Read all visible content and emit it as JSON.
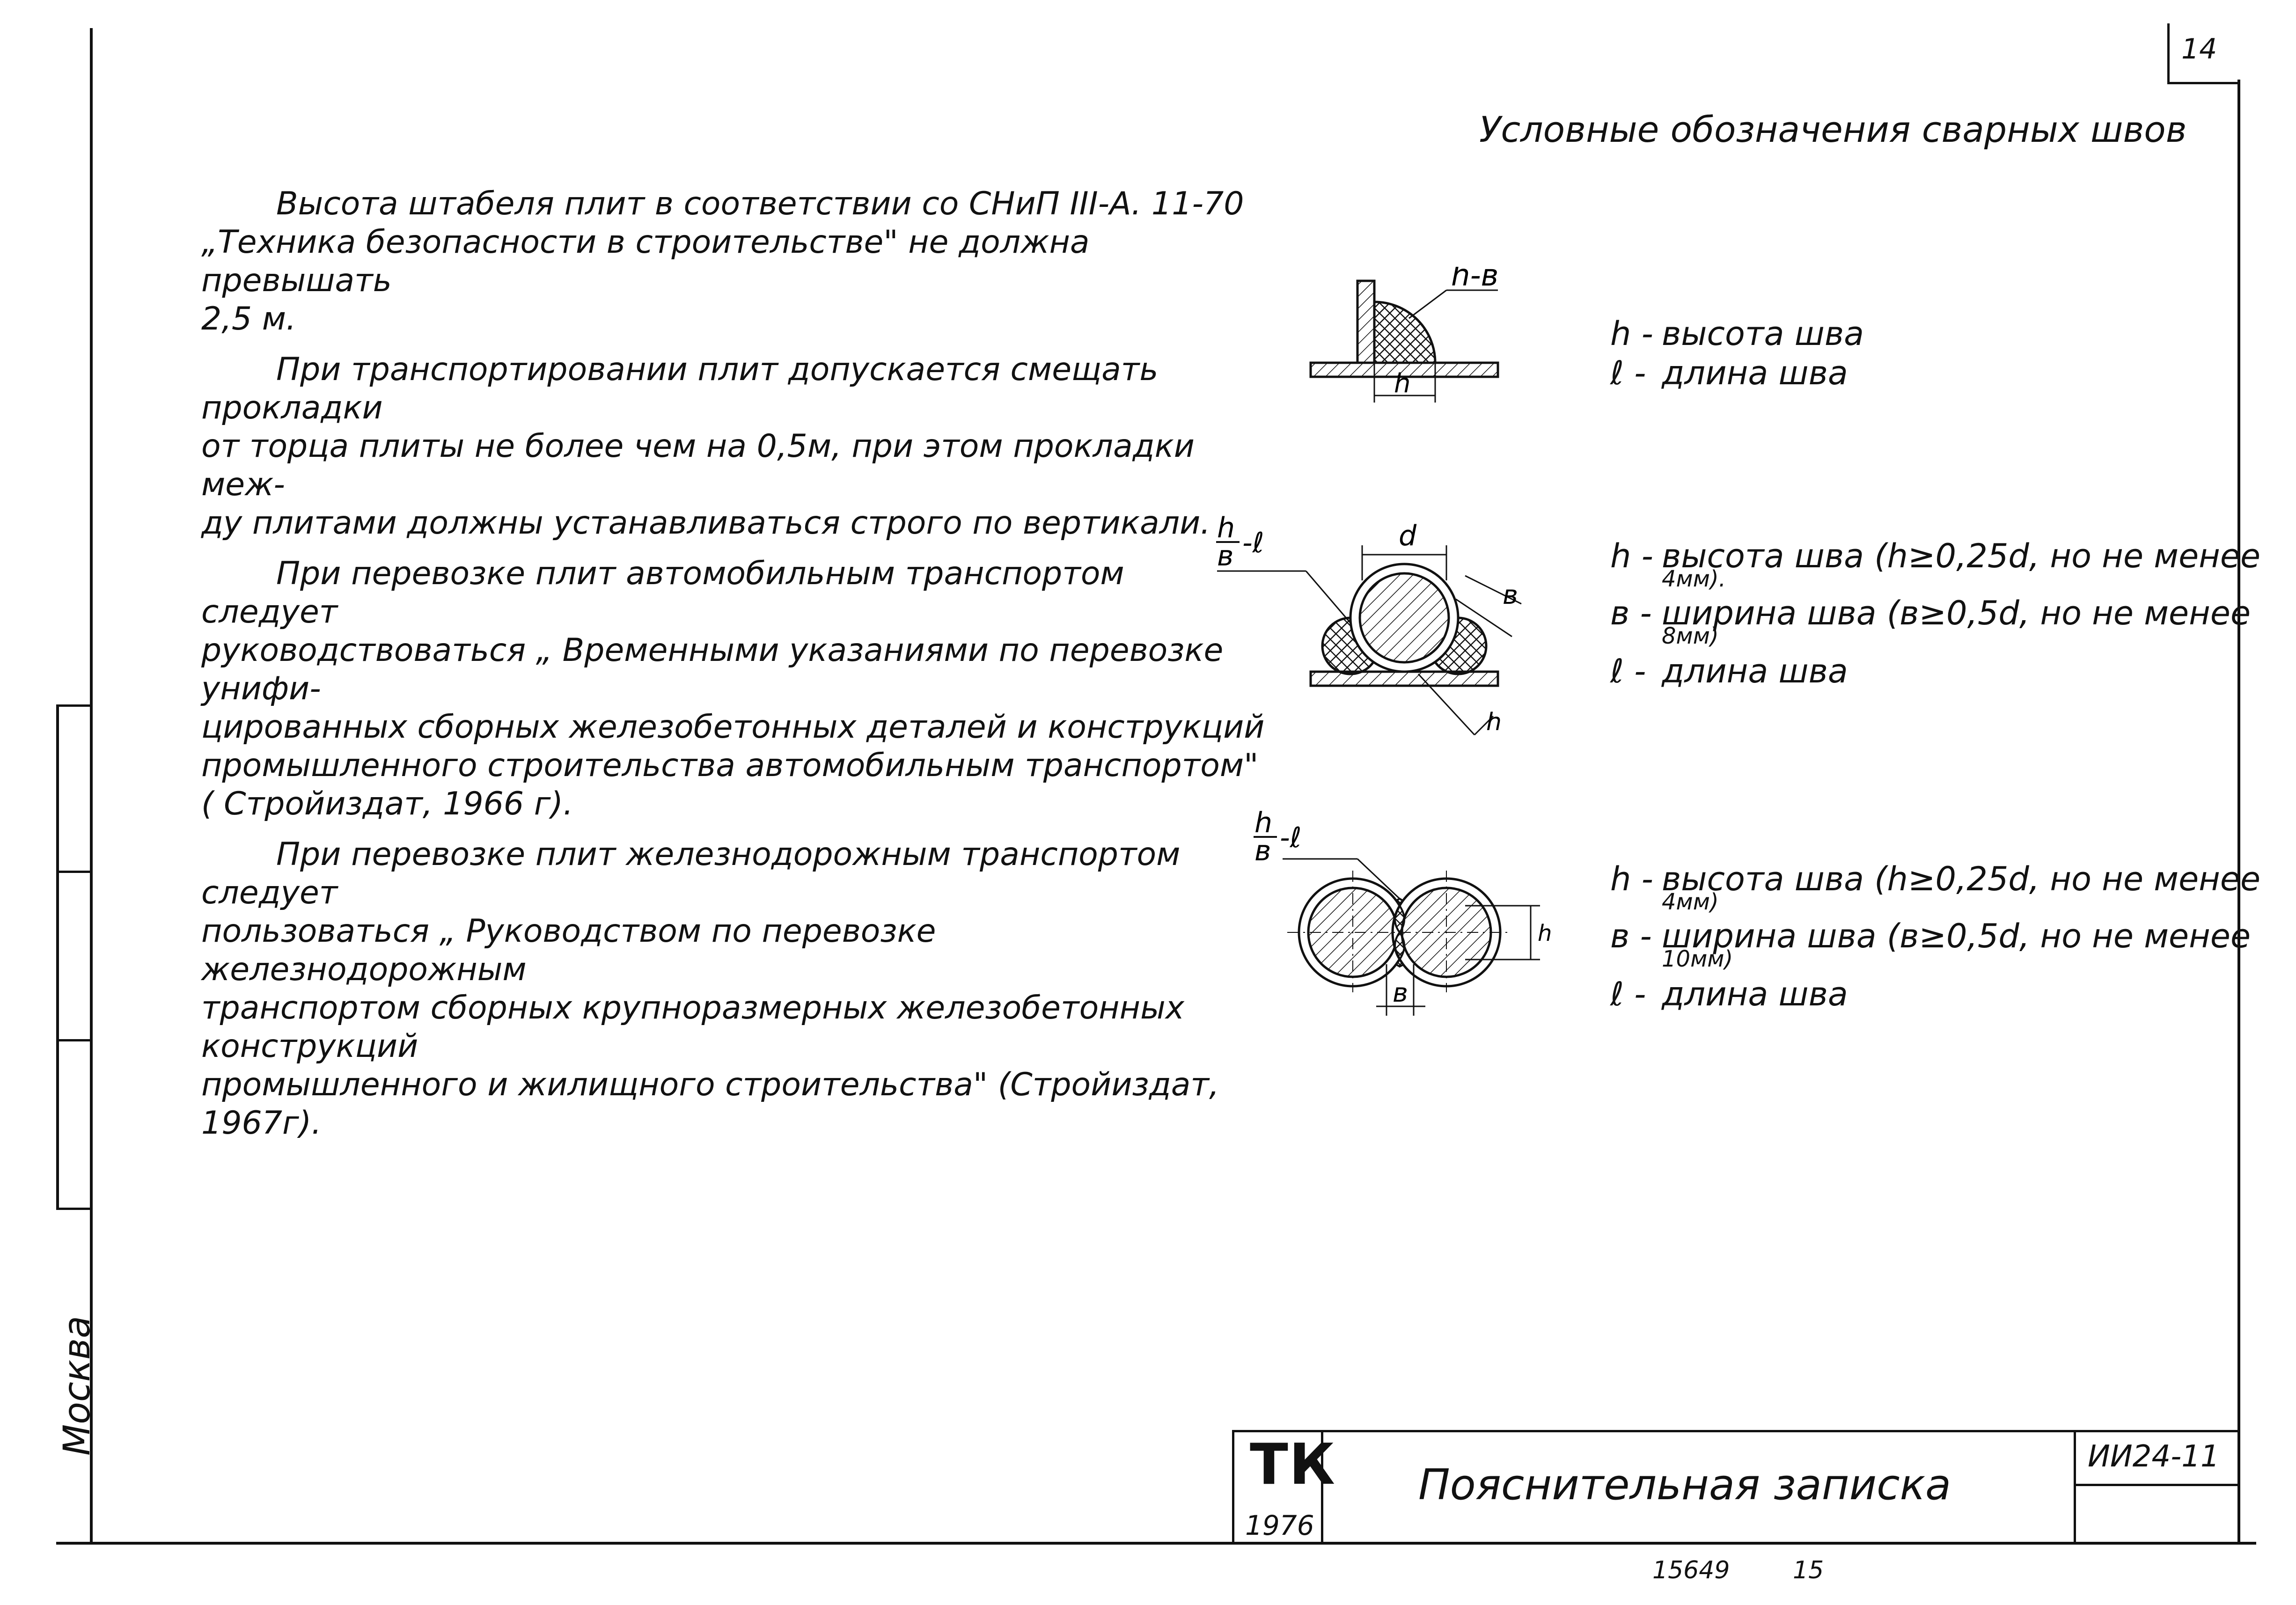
{
  "page_number": "14",
  "section_title": "Условные обозначения сварных швов",
  "paragraphs": [
    "Высота штабеля плит в соответствии со СНиП III-А. 11-70\n„Техника безопасности в строительстве\" не должна превышать\n2,5 м.",
    "При транспортировании плит допускается смещать прокладки\nот торца плиты не более чем на 0,5м, при этом прокладки меж-\nду плитами должны устанавливаться строго по вертикали.",
    "При перевозке плит автомобильным транспортом следует\nруководствоваться „ Временными указаниями по перевозке унифи-\nцированных сборных железобетонных деталей и конструкций\nпромышленного строительства автомобильным транспортом\"\n( Стройиздат, 1966 г).",
    "При перевозке плит железнодорожным транспортом следует\nпользоваться „ Руководством по перевозке железнодорожным\nтранспортом сборных крупноразмерных железобетонных конструкций\nпромышленного и жилищного строительства\" (Стройиздат, 1967г)."
  ],
  "diagrams": [
    {
      "labels": {
        "weld": "h-в",
        "leg": "h"
      },
      "legend": [
        {
          "sym": "h -",
          "text": "высота шва"
        },
        {
          "sym": "ℓ -",
          "text": "длина шва"
        }
      ]
    },
    {
      "labels": {
        "fraction_top": "h",
        "fraction_bottom": "в",
        "fraction_tail": "-ℓ",
        "diameter": "d",
        "width": "в",
        "height": "h"
      },
      "legend": [
        {
          "sym": "h -",
          "text": "высота шва (h≥0,25d, но не менее",
          "cont": "4мм)."
        },
        {
          "sym": "в -",
          "text": "ширина шва (в≥0,5d, но не менее",
          "cont": "8мм)"
        },
        {
          "sym": "ℓ -",
          "text": "длина шва"
        }
      ]
    },
    {
      "labels": {
        "fraction_top": "h",
        "fraction_bottom": "в",
        "fraction_tail": "-ℓ",
        "height": "h",
        "width": "в"
      },
      "legend": [
        {
          "sym": "h -",
          "text": "высота шва (h≥0,25d, но не менее",
          "cont": "4мм)"
        },
        {
          "sym": "в -",
          "text": "ширина шва (в≥0,5d, но не менее",
          "cont": "10мм)"
        },
        {
          "sym": "ℓ -",
          "text": "длина шва"
        }
      ]
    }
  ],
  "title_block": {
    "tk": "ТК",
    "year": "1976",
    "title": "Пояснительная записка",
    "code": "ИИ24-11"
  },
  "footer": {
    "left": "15649",
    "right": "15"
  },
  "side_label": "Москва"
}
